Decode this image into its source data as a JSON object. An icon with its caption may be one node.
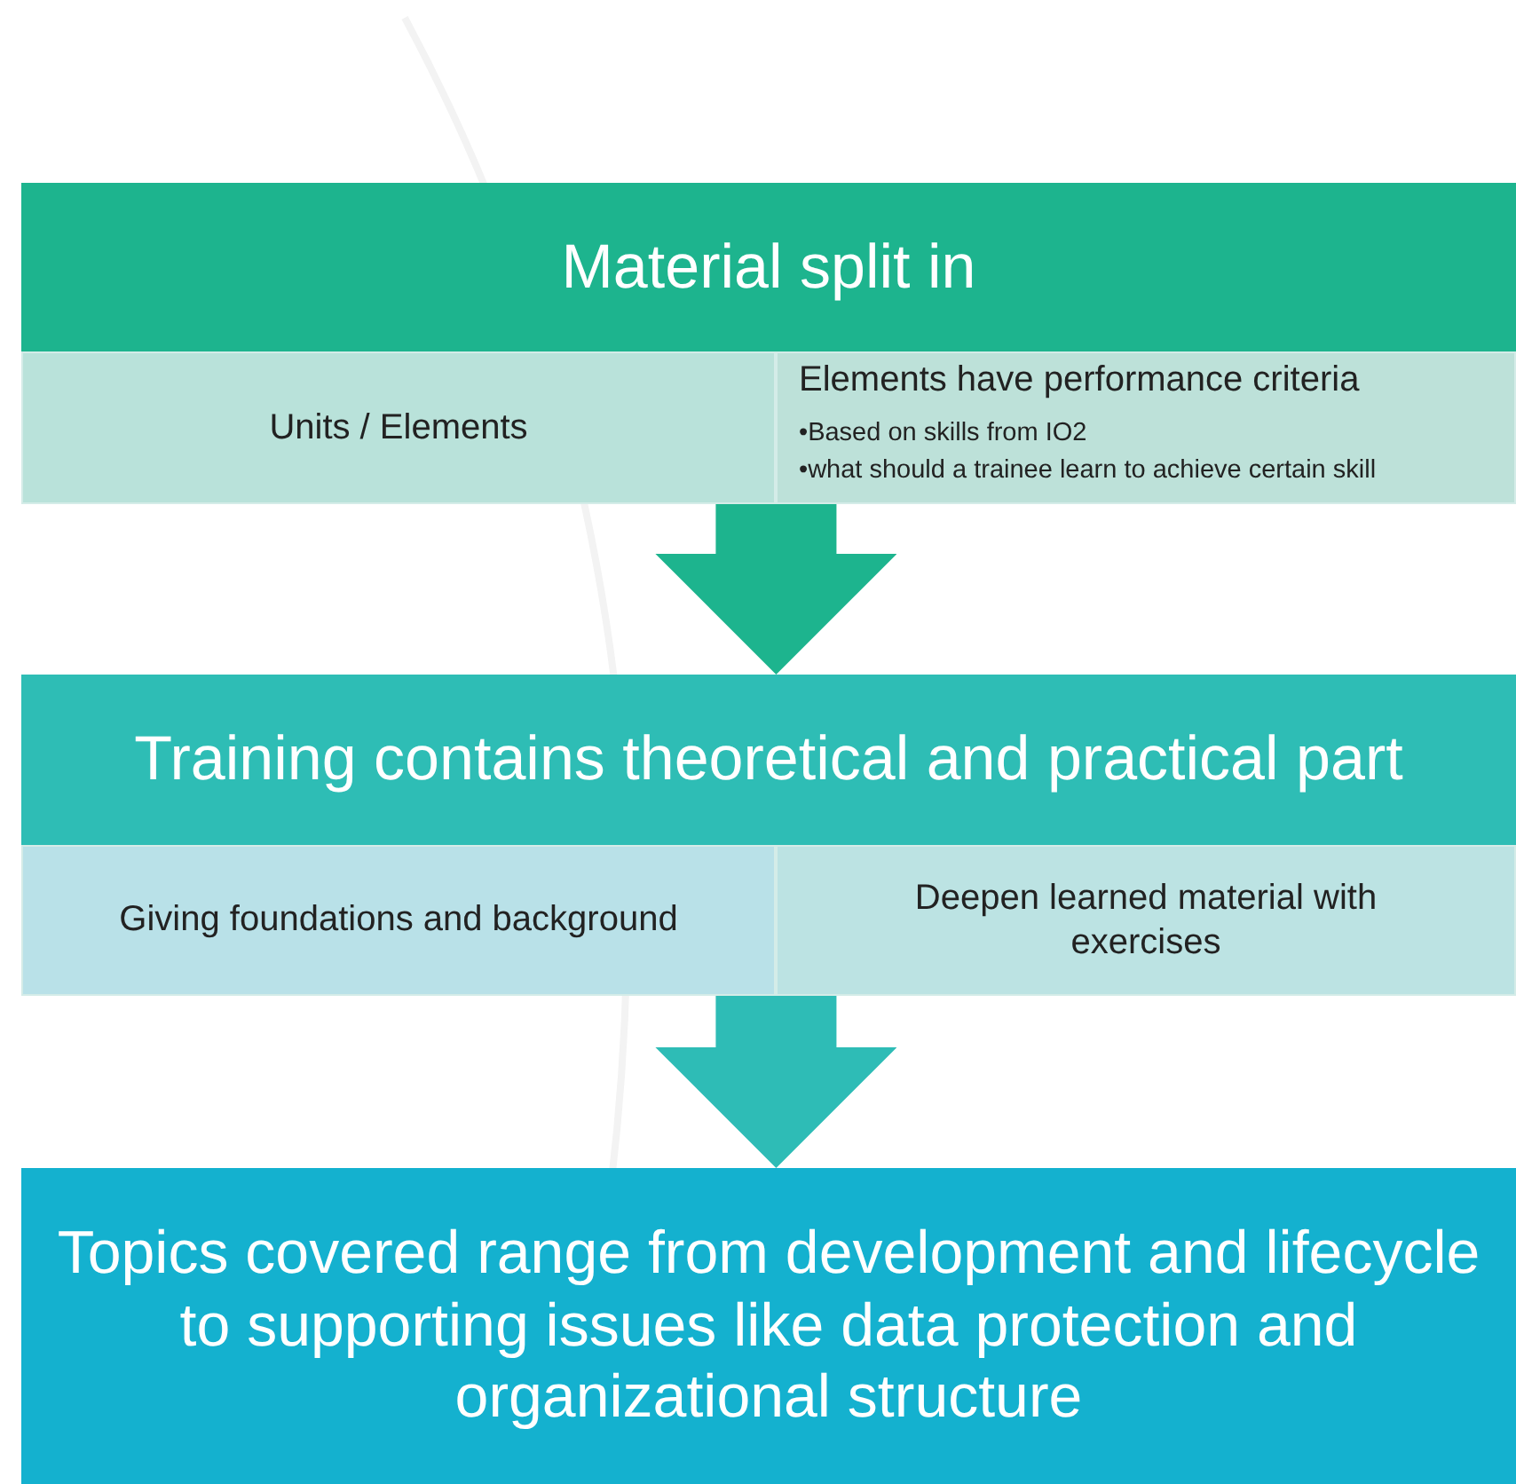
{
  "diagram": {
    "nodes": [
      {
        "text": [
          "Material split in"
        ]
      },
      {
        "text": [
          "Units / Elements"
        ],
        "in": 0
      },
      {
        "text": [
          "Elements have performance criteria",
          "•Based on skills from IO2",
          "•what should a trainee learn to achieve certain skill"
        ],
        "in": 0
      },
      {
        "text": [
          "Training contains theoretical and practical part"
        ]
      },
      {
        "text": [
          "Giving foundations and background"
        ],
        "in": 3
      },
      {
        "text": [
          "Deepen learned material with exercises"
        ],
        "in": 3
      },
      {
        "text": [
          "Topics covered range from development and lifecycle to supporting issues like data protection and organizational structure"
        ]
      }
    ],
    "edges": [
      {
        "from": 0,
        "to": 3,
        "arrow": "to",
        "color": "#1db48e"
      },
      {
        "from": 3,
        "to": 6,
        "arrow": "to",
        "color": "#2ebcb6"
      }
    ]
  }
}
